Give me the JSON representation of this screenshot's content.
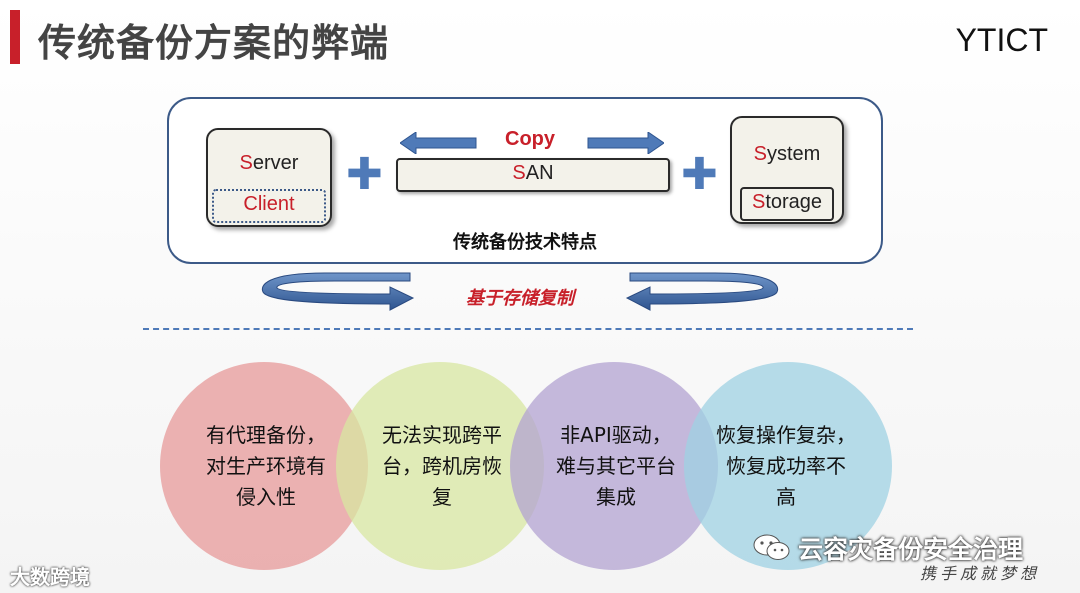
{
  "header": {
    "title": "传统备份方案的弊端",
    "brand": "YTICT"
  },
  "diagram": {
    "server": {
      "initial": "S",
      "rest": "erver"
    },
    "client": "Client",
    "copy": "Copy",
    "san": {
      "initial": "S",
      "rest": "AN"
    },
    "system": {
      "initial": "S",
      "rest": "ystem"
    },
    "storage": {
      "initial": "S",
      "rest": "torage"
    },
    "feature_label": "传统备份技术特点",
    "replicate_label": "基于存储复制"
  },
  "circles": [
    {
      "lines": [
        "有代理备份，",
        "对生产环境有",
        "侵入性"
      ],
      "color": "#e79a9a"
    },
    {
      "lines": [
        "无法实现跨平",
        "台，跨机房恢",
        "复"
      ],
      "color": "#d8e7a2"
    },
    {
      "lines": [
        "非API驱动，",
        "难与其它平台",
        "集成"
      ],
      "color": "#b3a3d2"
    },
    {
      "lines": [
        "恢复操作复杂，",
        "恢复成功率不",
        "高"
      ],
      "color": "#9fd2e3"
    }
  ],
  "watermark": {
    "left": "大数跨境",
    "right": "云容灾备份安全治理",
    "slogan": "携手成就梦想"
  },
  "colors": {
    "accent_red": "#c8202a",
    "accent_blue": "#4f7ab8"
  }
}
